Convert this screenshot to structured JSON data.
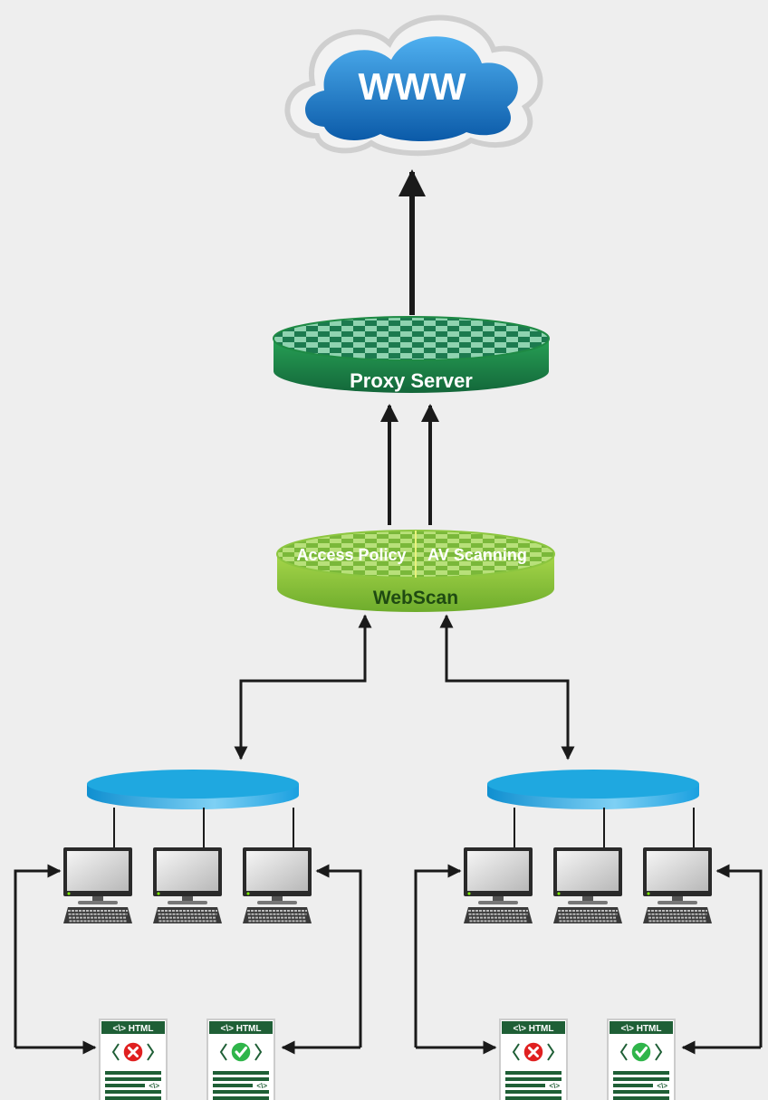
{
  "cloud": {
    "label": "WWW"
  },
  "proxy": {
    "label": "Proxy Server"
  },
  "webscan": {
    "label": "WebScan",
    "left_module": "Access Policy",
    "right_module": "AV Scanning"
  },
  "html_doc": {
    "header": "<\\> HTML",
    "footer_tag": "<\\>"
  },
  "networks": [
    {
      "name": "left-network",
      "computers": 3,
      "documents": [
        {
          "status": "blocked",
          "status_icon": "x-icon",
          "status_color": "#e02020"
        },
        {
          "status": "allowed",
          "status_icon": "check-icon",
          "status_color": "#2fb54a"
        }
      ]
    },
    {
      "name": "right-network",
      "computers": 3,
      "documents": [
        {
          "status": "blocked",
          "status_icon": "x-icon",
          "status_color": "#e02020"
        },
        {
          "status": "allowed",
          "status_icon": "check-icon",
          "status_color": "#2fb54a"
        }
      ]
    }
  ],
  "colors": {
    "background": "#eeeeee",
    "cloud_blue": "#1877c8",
    "proxy_green": "#1e8a44",
    "webscan_green": "#8cc63f",
    "network_blue": "#1fa8e0",
    "doc_header": "#1f5f36",
    "arrow": "#1a1a1a"
  }
}
